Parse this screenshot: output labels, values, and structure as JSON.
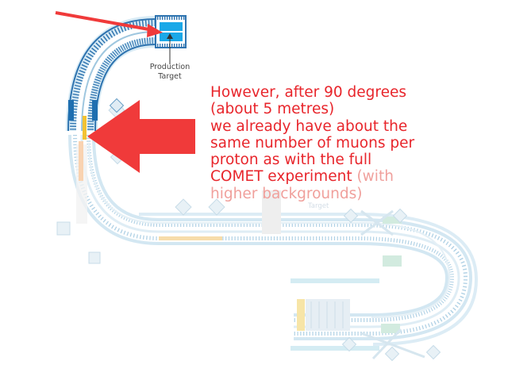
{
  "production_target": {
    "label_line1": "Production",
    "label_line2": "Target"
  },
  "faint_label": "Target",
  "annotation": {
    "line1": "However, after 90 degrees",
    "line2": "(about 5 metres)",
    "line3": "we already have about the",
    "line4": "same number of muons per",
    "line5": "proton as with the full",
    "line6_main": "COMET experiment",
    "line6_faded": " (with",
    "line7_faded": "higher backgrounds)"
  },
  "colors": {
    "annotation_red": "#e8252b",
    "faded_red": "#f0a09c",
    "arrow_red": "#f03a3a",
    "magnet_blue": "#1f6fb0",
    "target_cyan": "#1aa8e8",
    "faded_blue": "#c9e3f2",
    "faded_green": "#cde8dc",
    "stopping_yellow": "#f2c233"
  },
  "icons": {
    "big_arrow": "left-pointing-block-arrow",
    "pointer_arrow": "diagonal-red-arrow"
  }
}
